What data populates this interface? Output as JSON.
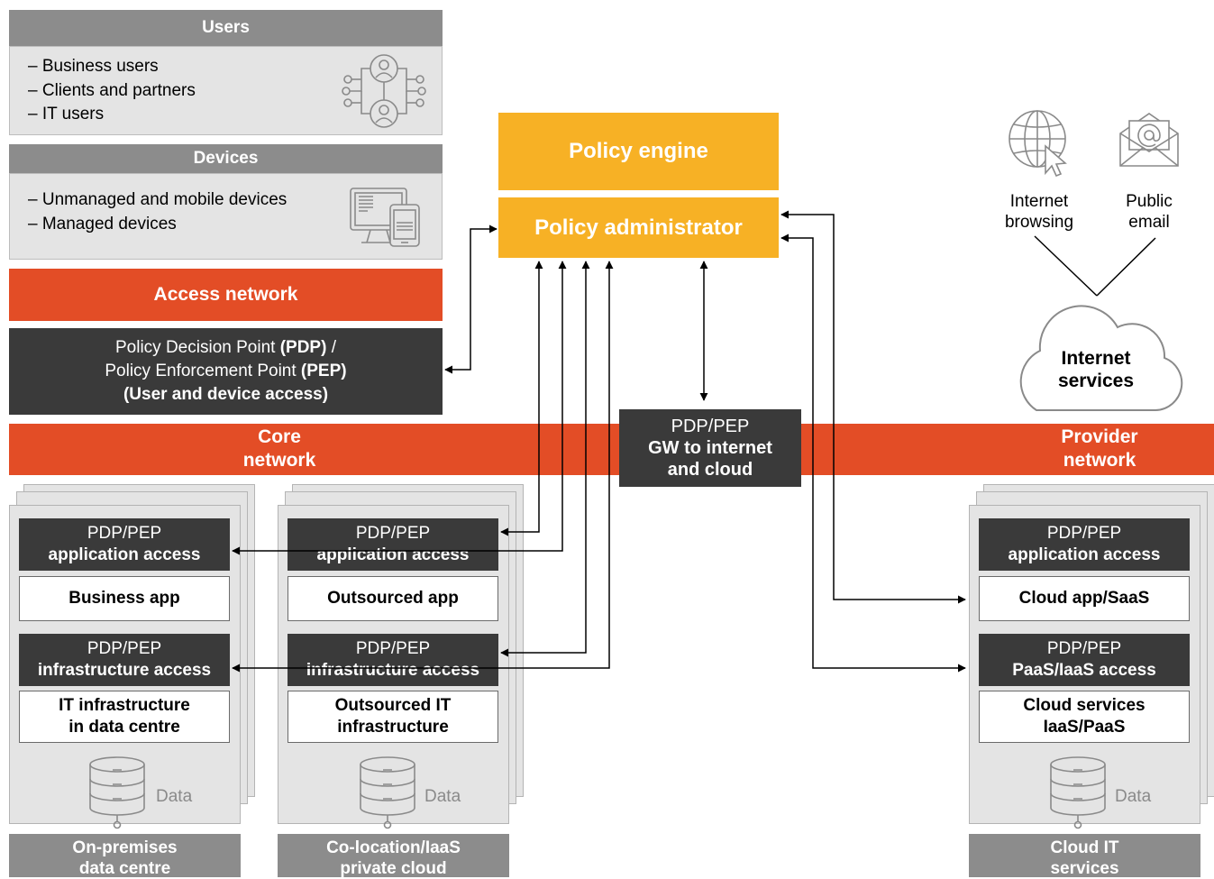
{
  "users": {
    "title": "Users",
    "items": [
      "– Business users",
      "– Clients and partners",
      "– IT users"
    ]
  },
  "devices": {
    "title": "Devices",
    "items": [
      "– Unmanaged and mobile devices",
      "– Managed devices"
    ]
  },
  "access_network": {
    "label": "Access network"
  },
  "pdp_user": {
    "line1_text": "Policy Decision Point ",
    "line1_bold": "(PDP)",
    "line1_tail": " /",
    "line2_text": "Policy Enforcement Point ",
    "line2_bold": "(PEP)",
    "line3": "(User and device access)"
  },
  "policy_engine": {
    "label": "Policy engine"
  },
  "policy_admin": {
    "label": "Policy administrator"
  },
  "core_network": {
    "line1": "Core",
    "line2": "network"
  },
  "provider_network": {
    "line1": "Provider",
    "line2": "network"
  },
  "gateway": {
    "line1": "PDP/PEP",
    "line2": "GW to internet",
    "line3": "and cloud"
  },
  "internet": {
    "browsing_line1": "Internet",
    "browsing_line2": "browsing",
    "email_line1": "Public",
    "email_line2": "email",
    "cloud_line1": "Internet",
    "cloud_line2": "services"
  },
  "columns": [
    {
      "app_pep_line1": "PDP/PEP",
      "app_pep_line2": "application access",
      "app": "Business app",
      "infra_pep_line1": "PDP/PEP",
      "infra_pep_line2": "infrastructure access",
      "infra_line1": "IT infrastructure",
      "infra_line2": "in data centre",
      "data": "Data",
      "footer_line1": "On-premises",
      "footer_line2": "data centre"
    },
    {
      "app_pep_line1": "PDP/PEP",
      "app_pep_line2": "application access",
      "app": "Outsourced app",
      "infra_pep_line1": "PDP/PEP",
      "infra_pep_line2": "infrastructure access",
      "infra_line1": "Outsourced IT",
      "infra_line2": "infrastructure",
      "data": "Data",
      "footer_line1": "Co-location/IaaS",
      "footer_line2": "private cloud"
    },
    {
      "app_pep_line1": "PDP/PEP",
      "app_pep_line2": "application access",
      "app": "Cloud app/SaaS",
      "infra_pep_line1": "PDP/PEP",
      "infra_pep_line2": "PaaS/IaaS access",
      "infra_line1": "Cloud services",
      "infra_line2": "IaaS/PaaS",
      "data": "Data",
      "footer_line1": "Cloud IT",
      "footer_line2": "services"
    }
  ],
  "colors": {
    "orange": "#e34d26",
    "yellow": "#f7b125",
    "dark": "#3a3a3a",
    "grey_header": "#8c8c8c",
    "panel": "#e4e4e4"
  },
  "icons": [
    "users-network-icon",
    "devices-icon",
    "globe-cursor-icon",
    "email-icon",
    "cloud-icon",
    "database-icon"
  ]
}
